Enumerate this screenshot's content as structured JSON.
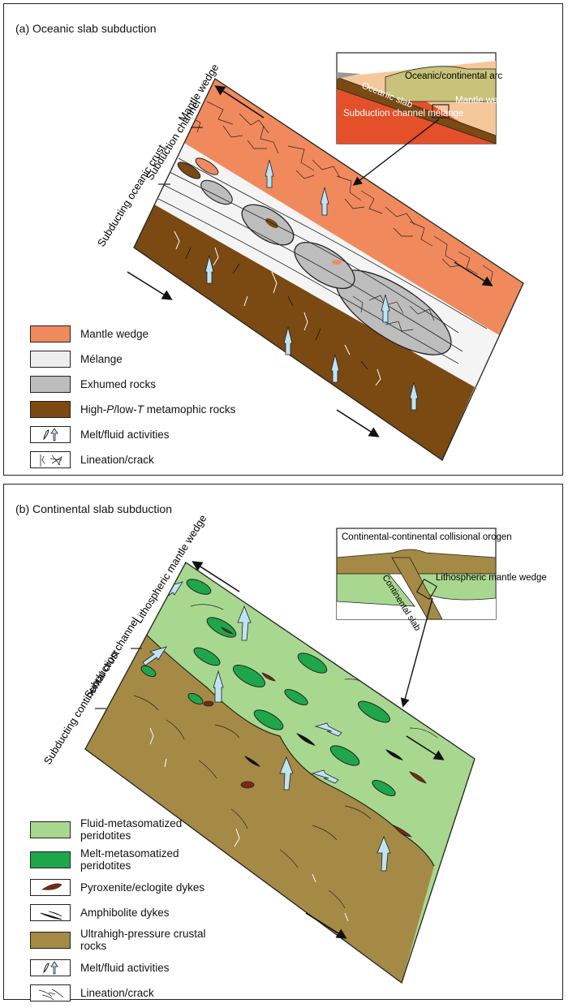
{
  "panel_a": {
    "title": "(a) Oceanic slab subduction",
    "side_labels": {
      "mantle_wedge": "Mantle wedge",
      "subduction_channel": "Subduction channel",
      "subducting_crust": "Subducting oceanic crust"
    },
    "inset": {
      "arc": "Oceanic/continental arc",
      "slab": "Oceanic slab",
      "mantle_wedge": "Mantle wedge",
      "melange": "Subduction channel mélange"
    },
    "legend": [
      {
        "label": "Mantle wedge",
        "color": "#f08a5d"
      },
      {
        "label": "Mélange",
        "color": "#eeeeee"
      },
      {
        "label": "Exhumed rocks",
        "color": "#bdbdbd"
      },
      {
        "label": "High-P/low-T metamophic rocks",
        "color": "#7a4a12"
      },
      {
        "label": "Melt/fluid activities",
        "color": ""
      },
      {
        "label": "Lineation/crack",
        "color": ""
      }
    ]
  },
  "panel_b": {
    "title": "(b) Continental slab subduction",
    "side_labels": {
      "mantle_wedge": "Lithospheric mantle wedge",
      "subduction_channel": "Subduction channel",
      "subducting_crust": "Subducting continental crust"
    },
    "inset": {
      "orogen": "Continental-continental collisional orogen",
      "slab": "Continental slab",
      "mantle_wedge": "Lithospheric mantle wedge"
    },
    "legend": [
      {
        "label": "Fluid-metasomatized peridotites",
        "color": "#a8d88f"
      },
      {
        "label": "Melt-metasomatized peridotites",
        "color": "#1fa64a"
      },
      {
        "label": "Pyroxenite/eclogite dykes",
        "color": "#7a2a12"
      },
      {
        "label": "Amphibolite dykes",
        "color": "#111111"
      },
      {
        "label": "Ultrahigh-pressure crustal rocks",
        "color": "#a48a45"
      },
      {
        "label": "Melt/fluid activities",
        "color": ""
      },
      {
        "label": "Lineation/crack",
        "color": ""
      }
    ]
  },
  "colors": {
    "mantle": "#f08a5d",
    "melange": "#f4f4f4",
    "exhumed": "#bdbdbd",
    "hp_rocks": "#7a4a12",
    "fluid_perid": "#a8d88f",
    "melt_perid": "#1fa64a",
    "uhp_rocks": "#a48a45",
    "arrow_fill": "#bfe3f5"
  }
}
